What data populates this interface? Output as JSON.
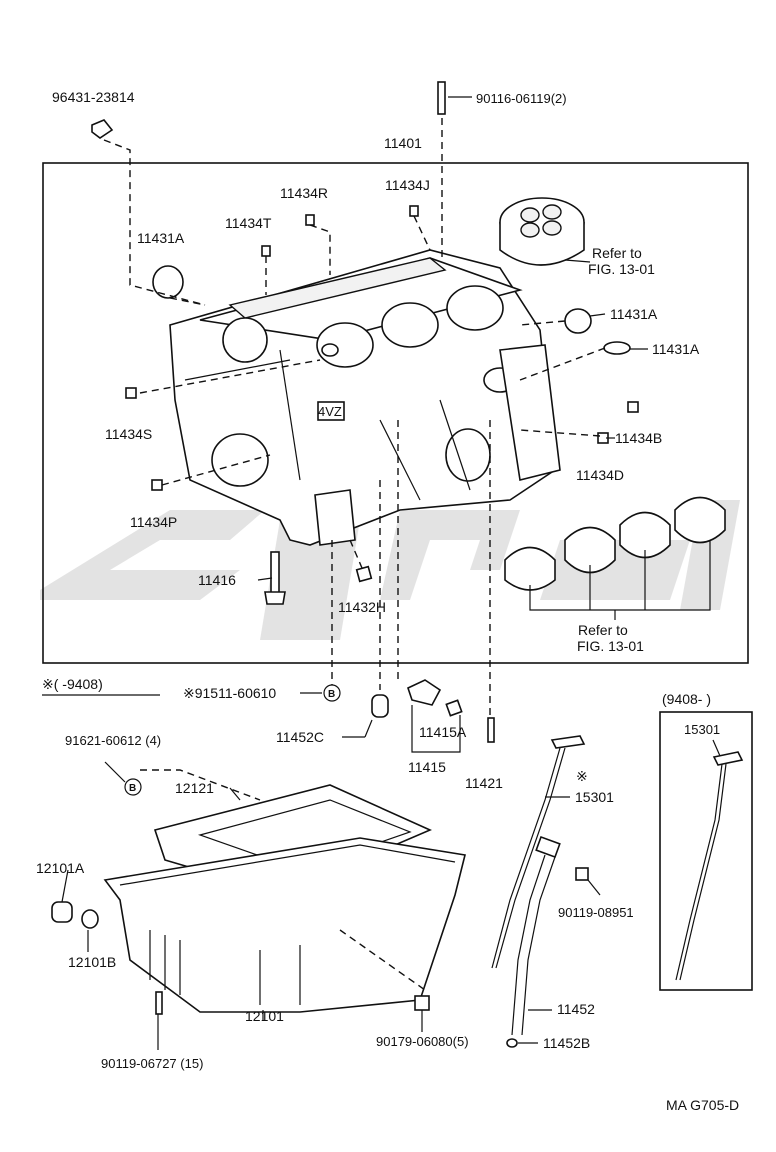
{
  "labels": {
    "p96431": "96431-23814",
    "p90116": "90116-06119(2)",
    "p11401": "11401",
    "p11434J": "11434J",
    "p11434R": "11434R",
    "p11434T": "11434T",
    "p11431A_1": "11431A",
    "p11431A_2": "11431A",
    "p11431A_3": "11431A",
    "refer1_a": "Refer to",
    "refer1_b": "FIG. 13-01",
    "p11434S": "11434S",
    "p11434B": "11434B",
    "p11434D": "11434D",
    "p11434P": "11434P",
    "p11416": "11416",
    "p11432H": "11432H",
    "refer2_a": "Refer to",
    "refer2_b": "FIG. 13-01",
    "note9408": "※(        -9408)",
    "p91511": "※91511-60610",
    "p11452C": "11452C",
    "p11415": "11415",
    "p11415A": "11415A",
    "p11421": "11421",
    "p91621": "91621-60612 (4)",
    "p12121": "12121",
    "p12101A": "12101A",
    "p12101B": "12101B",
    "p90119_06727": "90119-06727 (15)",
    "p12101": "12101",
    "p90179": "90179-06080(5)",
    "p15301": "15301",
    "asterisk": "※",
    "p90119_08951": "90119-08951",
    "p11452": "11452",
    "p11452B": "11452B",
    "inset_title": "(9408-        )",
    "inset_15301": "15301",
    "badge_b": "B",
    "code": "MA  G705-D",
    "engine_mark": "4VZ"
  },
  "colors": {
    "ink": "#111111",
    "watermark": "#d9d9d9",
    "background": "#ffffff"
  }
}
